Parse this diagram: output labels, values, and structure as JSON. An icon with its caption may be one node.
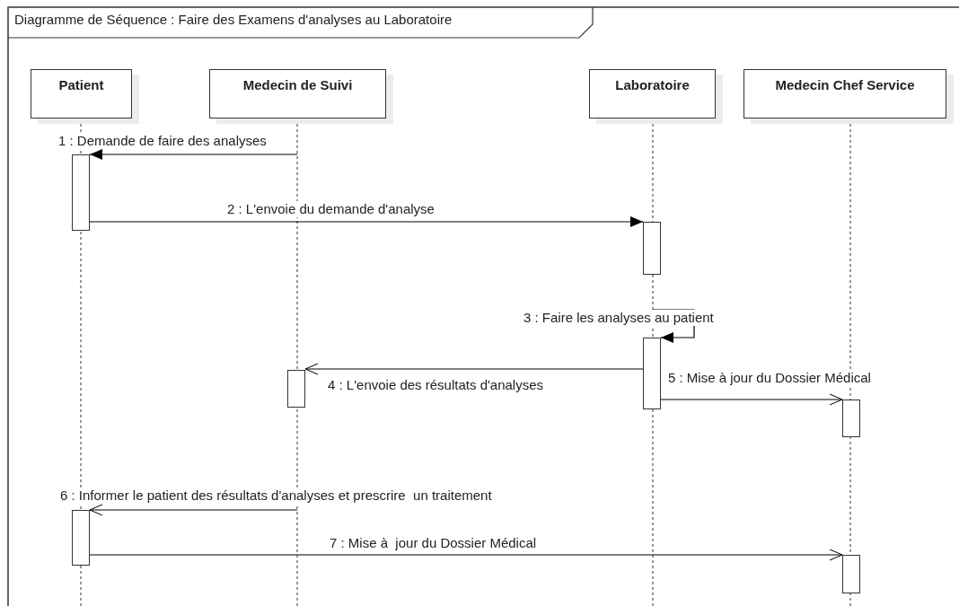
{
  "diagram": {
    "title": "Diagramme de Séquence : Faire des Examens d'analyses au Laboratoire",
    "nodes": [
      {
        "text": [
          "Patient"
        ]
      },
      {
        "text": [
          "Medecin de Suivi"
        ]
      },
      {
        "text": [
          "Laboratoire"
        ]
      },
      {
        "text": [
          "Medecin Chef Service"
        ]
      },
      {
        "text": [],
        "shape": "bar"
      },
      {
        "text": [],
        "shape": "bar"
      },
      {
        "text": [],
        "shape": "bar"
      },
      {
        "text": [],
        "shape": "bar"
      },
      {
        "text": [],
        "shape": "bar"
      },
      {
        "text": [],
        "shape": "bar"
      },
      {
        "text": [],
        "shape": "bar"
      }
    ],
    "edges": [
      {
        "from": null,
        "to": 4,
        "arrow": "to",
        "label": "1 : Demande de faire des analyses"
      },
      {
        "from": 4,
        "to": 5,
        "arrow": "to",
        "label": "2 : L'envoie du demande d'analyse"
      },
      {
        "from": null,
        "to": 6,
        "arrow": "to",
        "label": "3 : Faire les analyses au patient"
      },
      {
        "from": 6,
        "to": 7,
        "arrow": "to",
        "label": "4 : L'envoie des résultats d'analyses"
      },
      {
        "from": 6,
        "to": 8,
        "arrow": "to",
        "label": "5 : Mise à jour du Dossier Médical"
      },
      {
        "from": null,
        "to": 9,
        "arrow": "to",
        "label": "6 : Informer le patient des résultats d'analyses et prescrire  un traitement"
      },
      {
        "from": 9,
        "to": 10,
        "arrow": "to",
        "label": "7 : Mise à  jour du Dossier Médical"
      }
    ]
  }
}
